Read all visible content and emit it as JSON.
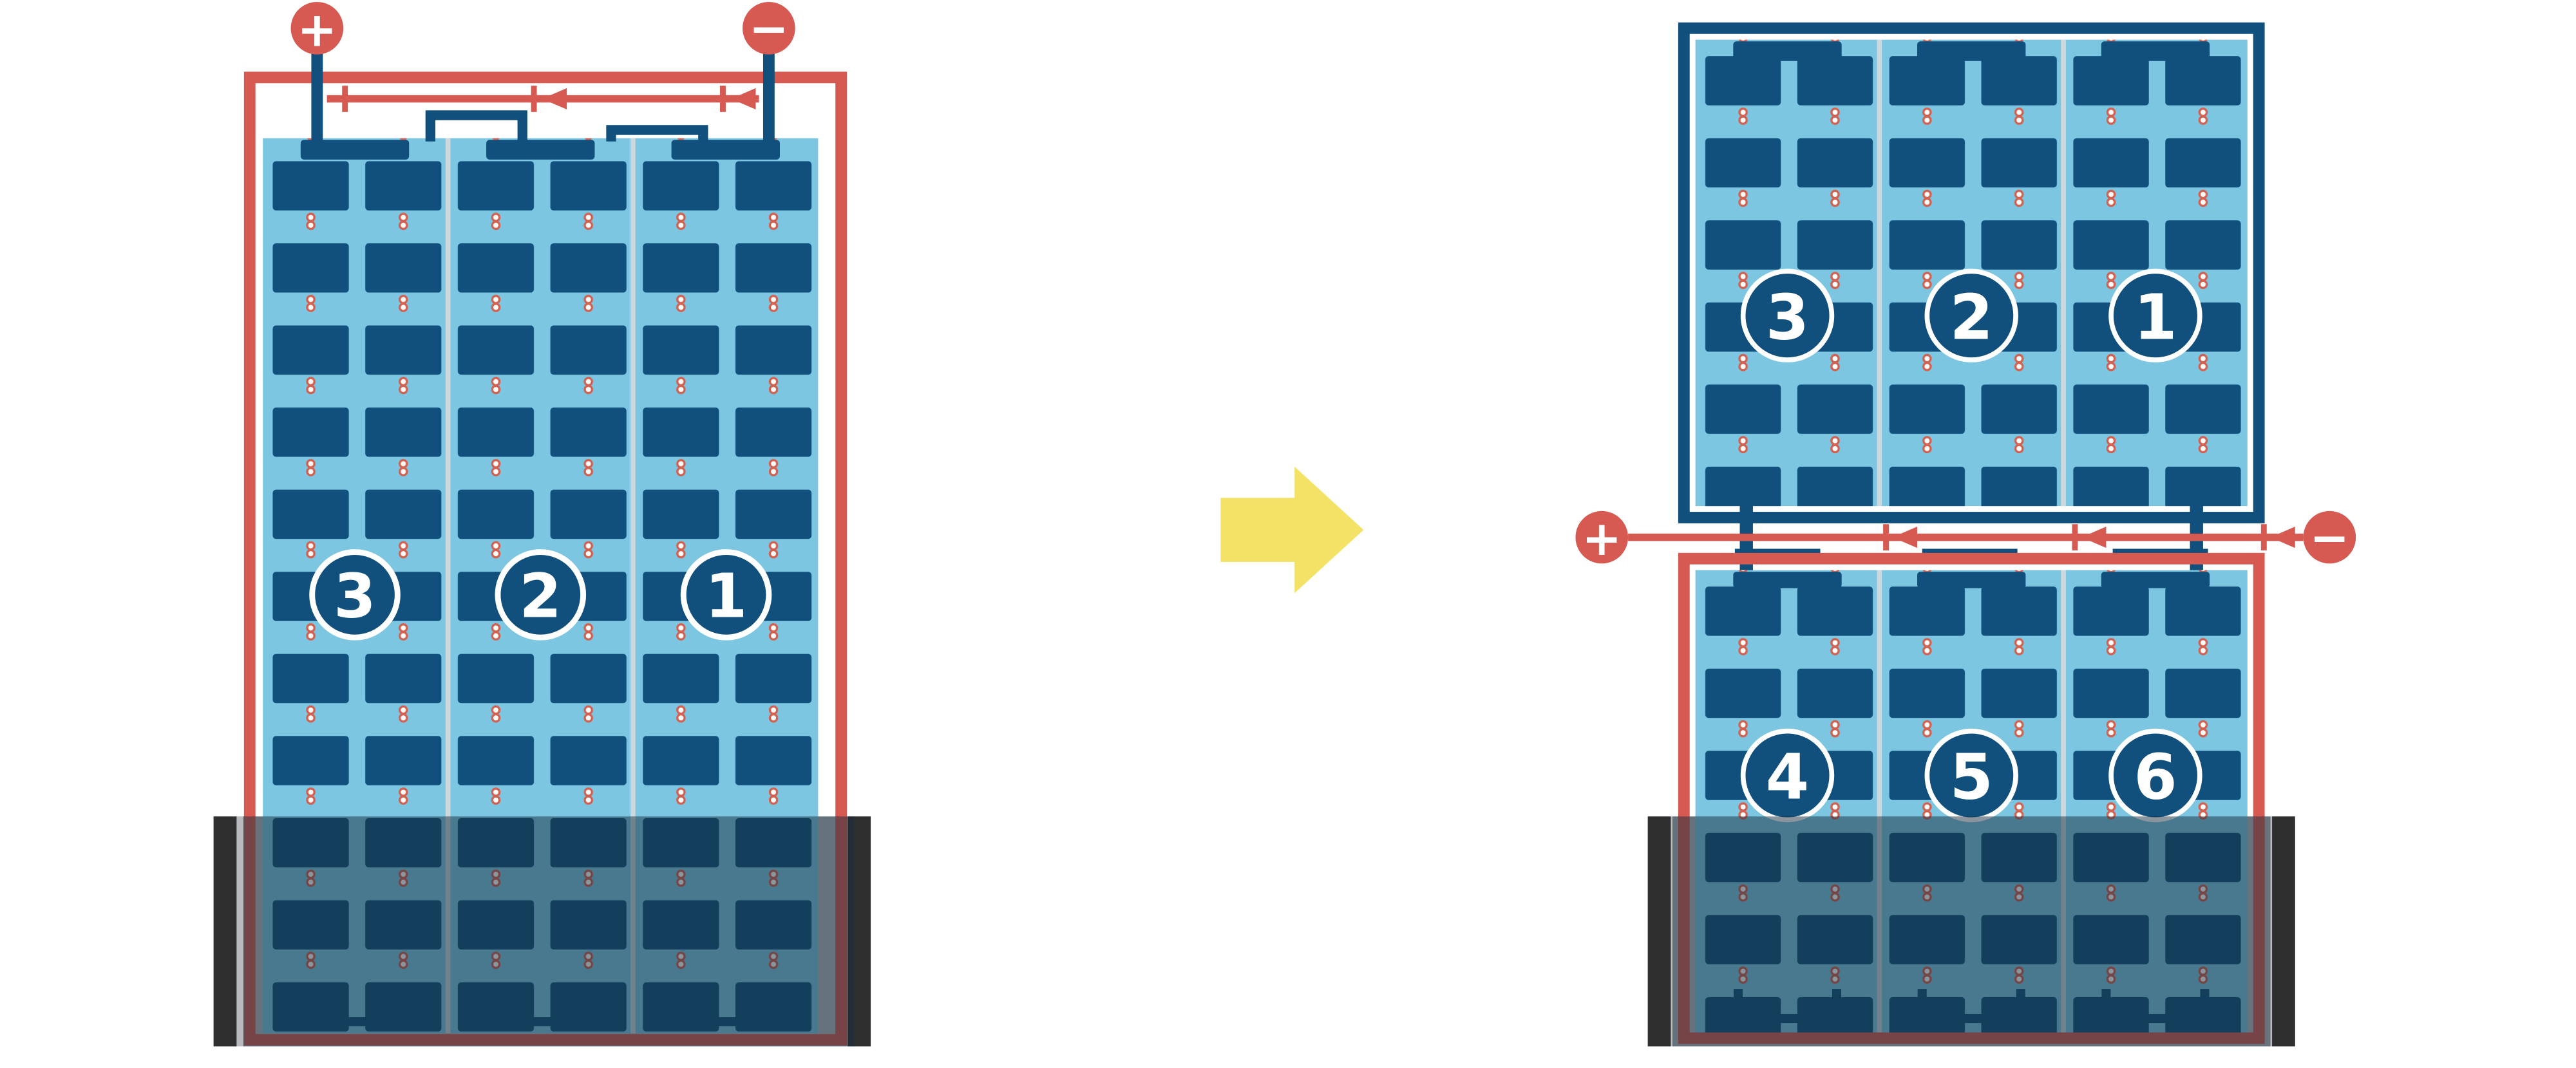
{
  "polarity": {
    "plus": "+",
    "minus": "−"
  },
  "left_array": {
    "module_labels": [
      "3",
      "2",
      "1"
    ]
  },
  "right_top_array": {
    "module_labels": [
      "3",
      "2",
      "1"
    ]
  },
  "right_bottom_array": {
    "module_labels": [
      "4",
      "5",
      "6"
    ]
  },
  "colors": {
    "accent_red": "#d75a52",
    "cell_navy": "#11507d",
    "panel_light_blue": "#7cc6e2",
    "arrow_yellow": "#f3e266",
    "rail_gray": "#b8babd",
    "rail_end_cap": "#2f2f2f",
    "shade_overlay": "rgba(21,44,60,0.5)",
    "dot_ring": "#d4604f",
    "divider": "#cdd8dd"
  }
}
